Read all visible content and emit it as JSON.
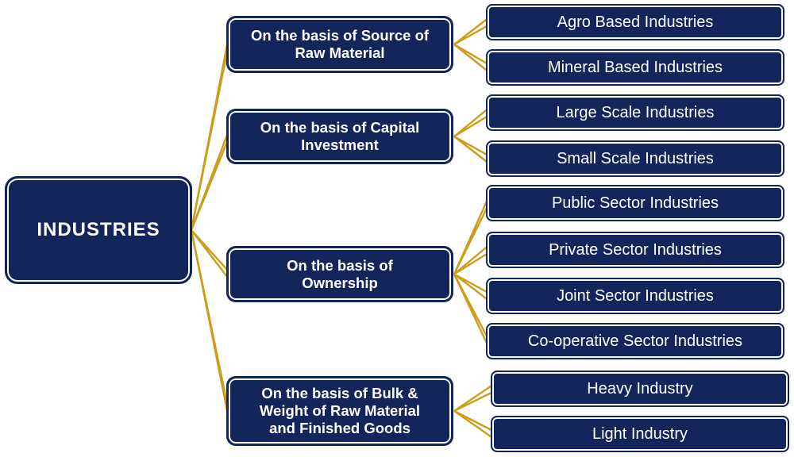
{
  "root": {
    "label": "INDUSTRIES"
  },
  "categories": [
    {
      "label": "On the basis of Source of Raw Material",
      "lines": [
        "On the basis of Source of",
        "Raw Material"
      ],
      "children": [
        "Agro Based Industries",
        "Mineral Based Industries"
      ]
    },
    {
      "label": "On the basis of Capital Investment",
      "lines": [
        "On the basis of Capital",
        "Investment"
      ],
      "children": [
        "Large Scale Industries",
        "Small Scale Industries"
      ]
    },
    {
      "label": "On the basis of Ownership",
      "lines": [
        "On the basis of",
        "Ownership"
      ],
      "children": [
        "Public Sector Industries",
        "Private Sector Industries",
        "Joint Sector Industries",
        "Co-operative Sector Industries"
      ]
    },
    {
      "label": "On the basis of Bulk & Weight of Raw Material and Finished Goods",
      "lines": [
        "On the basis of Bulk &",
        "Weight of Raw Material",
        "and Finished Goods"
      ],
      "children": [
        "Heavy Industry",
        "Light Industry"
      ]
    }
  ],
  "colors": {
    "node_fill": "#12265C",
    "node_inner_ring": "#FFFFFF",
    "connector_gold": "#CC9C1D",
    "text": "#FFFFFF",
    "background": "#FFFFFF"
  }
}
